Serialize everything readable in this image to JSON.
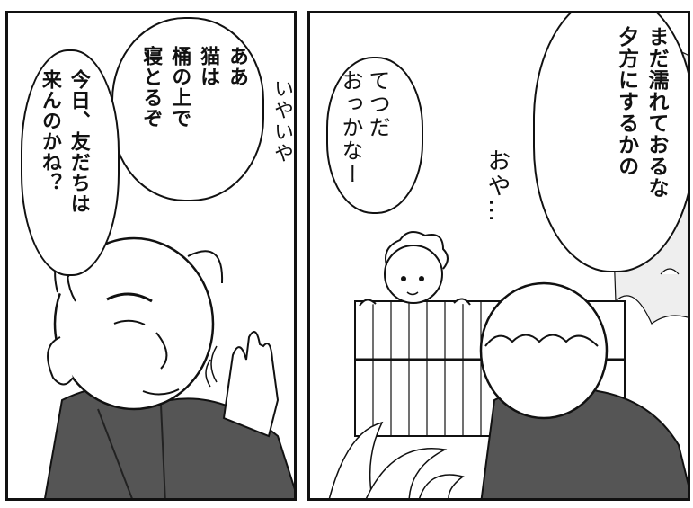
{
  "panel_left": {
    "bubble_top": [
      "ああ",
      "猫は",
      "桶の上で",
      "寝とるぞ"
    ],
    "bubble_bottom": [
      "今日、友だちは",
      "来んのかね？"
    ],
    "sfx": "いやいや"
  },
  "panel_right": {
    "bubble_big": [
      "まだ濡れておるな",
      "夕方にするかの"
    ],
    "bubble_small": [
      "てつだ",
      "おっかなー"
    ],
    "sfx": "おや…"
  }
}
